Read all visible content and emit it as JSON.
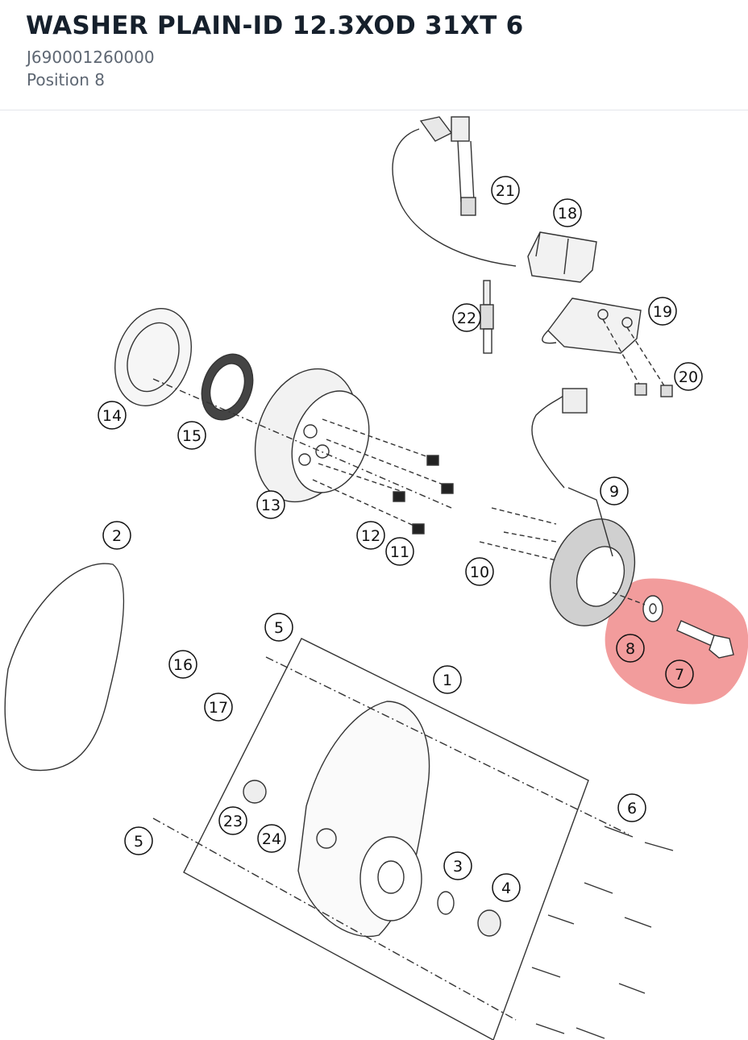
{
  "header": {
    "title": "WASHER PLAIN-ID 12.3XOD 31XT 6",
    "part_number": "J690001260000",
    "position": "Position 8"
  },
  "diagram": {
    "highlight_color": "#f08b8b",
    "selected_position": "8",
    "callouts": [
      "1",
      "2",
      "3",
      "4",
      "5",
      "5",
      "6",
      "7",
      "8",
      "9",
      "10",
      "11",
      "12",
      "13",
      "14",
      "15",
      "16",
      "17",
      "18",
      "19",
      "20",
      "21",
      "22",
      "23",
      "24"
    ]
  }
}
